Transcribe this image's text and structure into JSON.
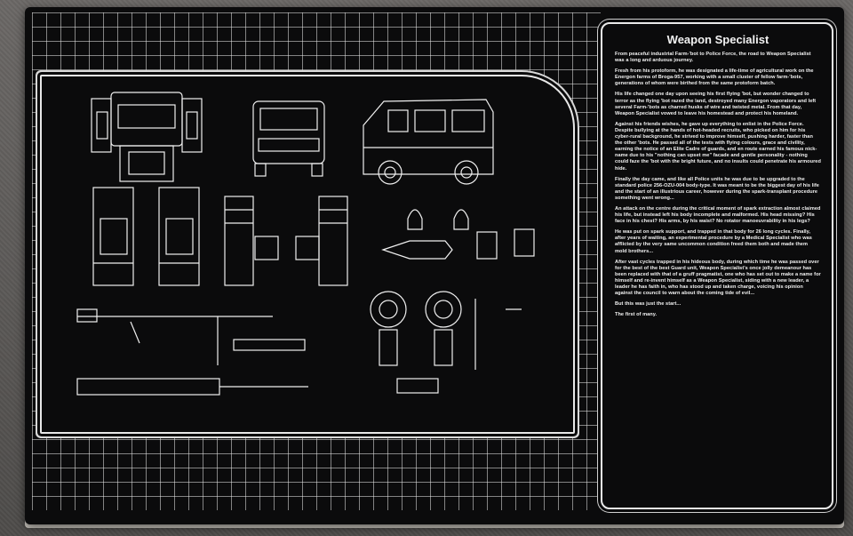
{
  "box": {
    "title": "Weapon Specialist",
    "paragraphs": [
      "From peaceful industrial Farm-'bot to Police Force, the road to Weapon Specialist was a long and arduous journey.",
      "Fresh from his protoform, he was designated a life-time of agricultural work on the Energon farms of Broga-957, working with a small cluster of fellow farm-'bots, generations of whom were birthed from the same protoform batch.",
      "His life changed one day upon seeing his first flying 'bot, but wonder changed to terror as the flying 'bot razed the land, destroyed many Energon vaporators and left several Farm-'bots as charred husks of wire and twisted metal. From that day, Weapon Specialist vowed to leave his homestead and protect his homeland.",
      "Against his friends wishes, he gave up everything to enlist in the Police Force. Despite bullying at the hands of hot-headed recruits, who picked on him for his cyber-rural background, he strived to improve himself, pushing harder, faster than the other 'bots. He passed all of the tests with flying colours, grace and civility, earning the notice of an Elite Cadre of guards, and en route earned his famous nick-name due to his \"nothing can upset me\" facade and gentle personality - nothing could faze the 'bot with the bright future, and no insults could penetrate his armoured hide.",
      "Finally the day came, and like all Police units he was due to be upgraded to the standard police 256-OZU-004 body-type. It was meant to be the biggest day of his life and the start of an illustrious career, however during the spark-transplant procedure something went wrong...",
      "An attack on the centre during the critical moment of spark extraction almost claimed his life, but instead left his body incomplete and malformed. His head missing? His face in his chest? His arms, by his waist? No rotator manoeuvrability in his legs?",
      "He was put on spark support, and trapped in that body for 26 long cycles. Finally, after years of waiting, an experimental procedure by a Medical Specialist who was afflicted by the very same uncommon condition freed them both and made them mold brothers...",
      "After vast cycles trapped in his hideous body, during which time he was passed over for the best of the best Guard unit, Weapon Specialist's once jolly demeanour has been replaced with that of a gruff pragmatist, one who has set out to make a name for himself and re-invent himself as a Weapon Specialist, siding with a new leader, a leader he has faith in, who has stood up and taken charge, voicing his opinion against the council to warn about the coming tide of evil...",
      "But this was just the start...",
      "The first of many."
    ]
  },
  "colors": {
    "box": "#0b0b0c",
    "lines": "#e8e8e8",
    "edge": "#e0ddd8"
  },
  "icons": [
    "robot-mode-figure",
    "van-front-view",
    "van-side-view",
    "leg-pieces",
    "head-pieces",
    "weapon-pieces",
    "gear-wheels"
  ]
}
